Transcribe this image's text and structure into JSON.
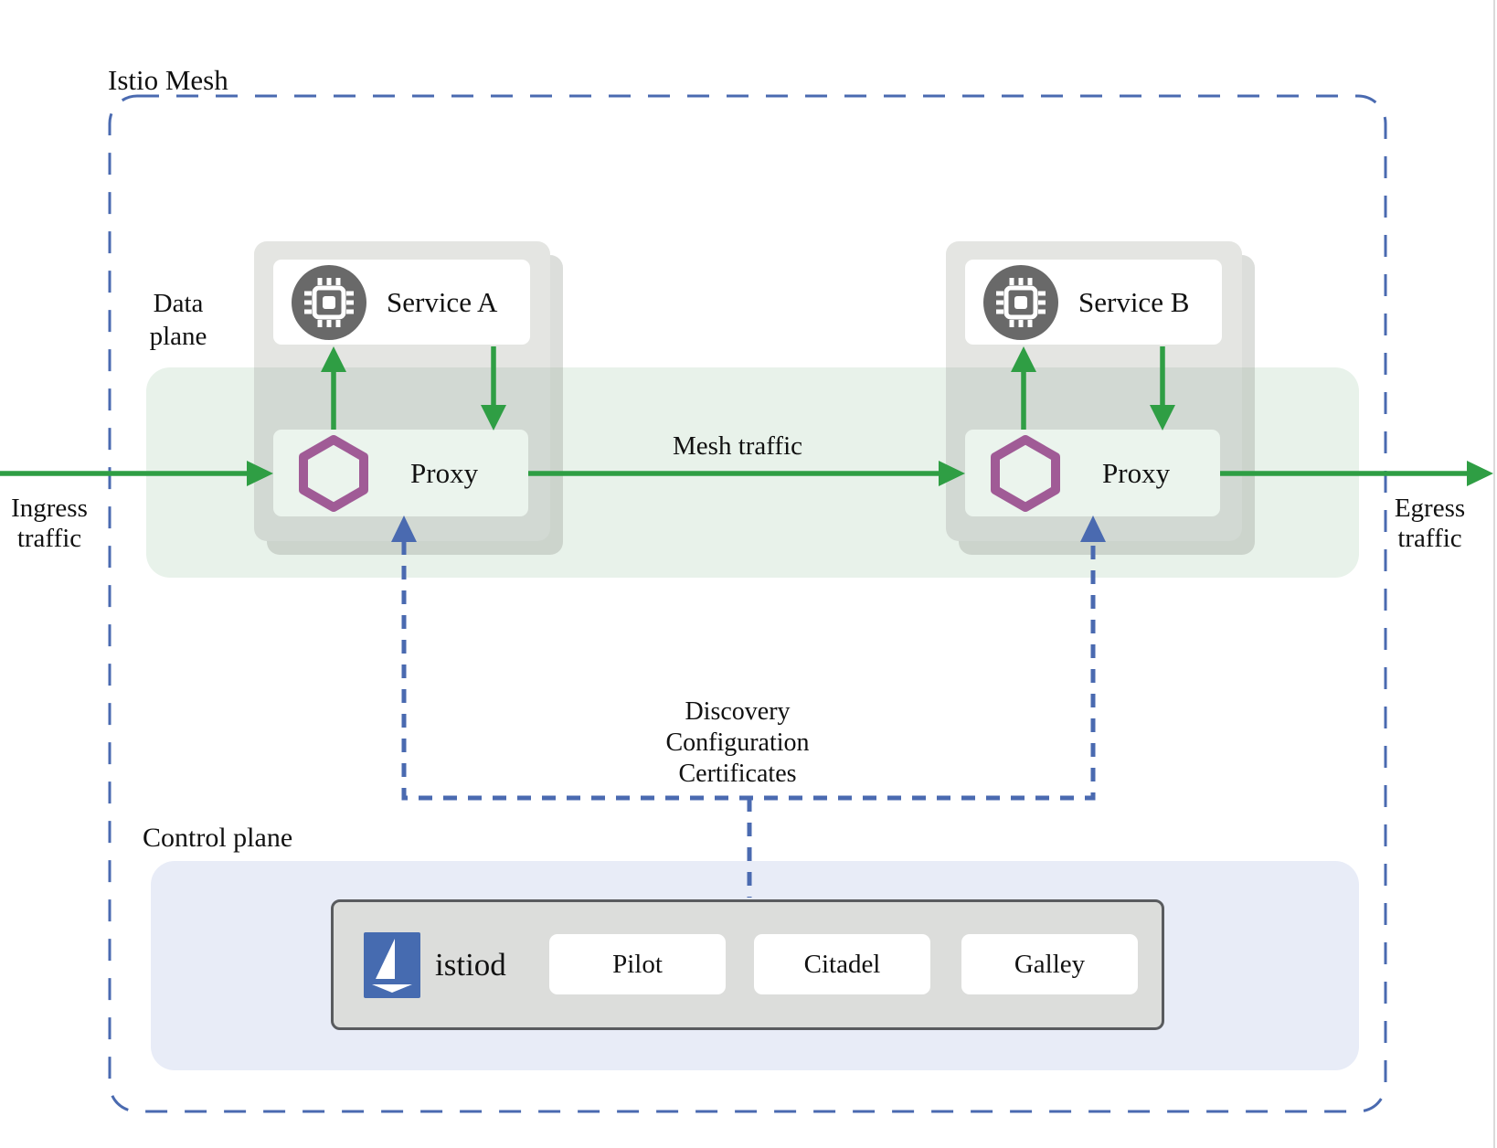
{
  "labels": {
    "istio_mesh": "Istio Mesh",
    "data_plane": [
      "Data",
      "plane"
    ],
    "control_plane": "Control plane",
    "ingress_traffic": [
      "Ingress",
      "traffic"
    ],
    "egress_traffic": [
      "Egress",
      "traffic"
    ],
    "mesh_traffic": "Mesh traffic",
    "control_channel": [
      "Discovery",
      "Configuration",
      "Certificates"
    ]
  },
  "nodes": {
    "service_a": {
      "label": "Service A",
      "icon": "microchip-icon"
    },
    "service_b": {
      "label": "Service B",
      "icon": "microchip-icon"
    },
    "proxy_a": {
      "label": "Proxy",
      "icon": "sidecar-hexagon-icon"
    },
    "proxy_b": {
      "label": "Proxy",
      "icon": "sidecar-hexagon-icon"
    },
    "istiod": {
      "label": "istiod",
      "icon": "istio-sail-icon",
      "components": [
        "Pilot",
        "Citadel",
        "Galley"
      ]
    }
  },
  "colors": {
    "mesh_border_blue": "#4a6ab0",
    "traffic_green": "#2f9e44",
    "proxy_purple": "#a05b96",
    "data_plane_band": "#e8f2ea",
    "control_plane_bg": "#e8ecf7",
    "workload_gray": "#e4e5e2",
    "istio_logo_blue": "#466bb0",
    "service_icon_gray": "#696969"
  }
}
